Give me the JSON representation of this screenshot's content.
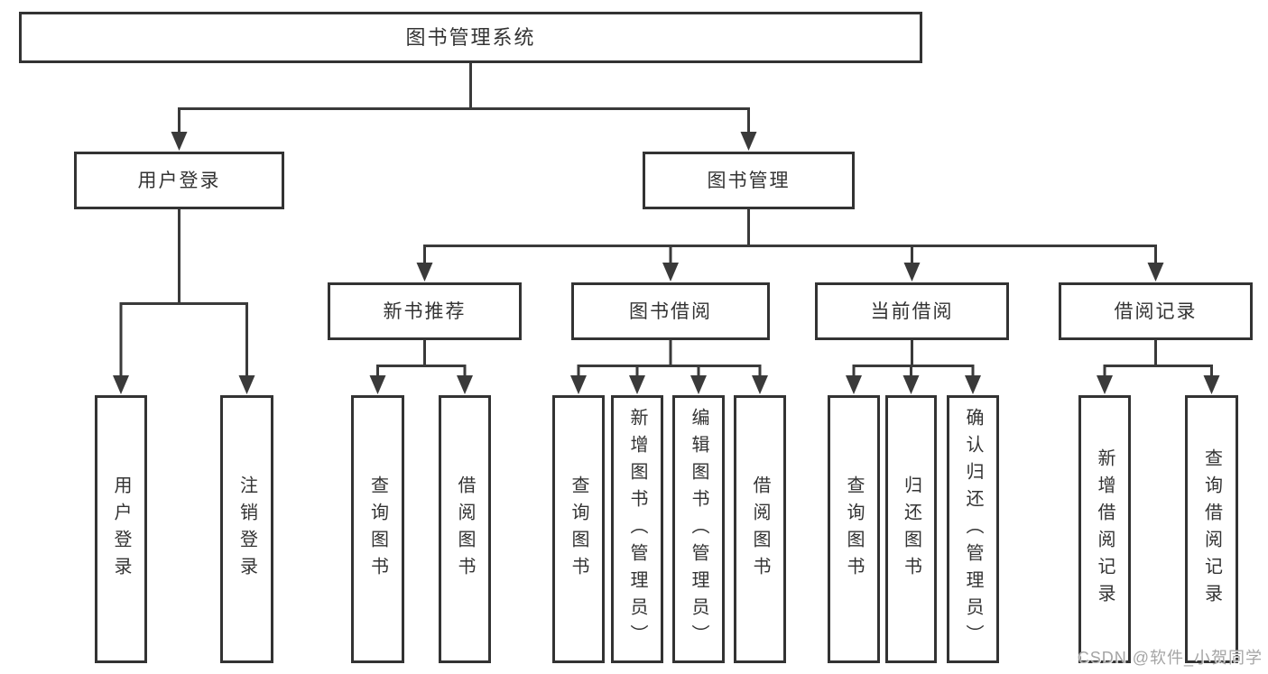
{
  "tree": {
    "root": {
      "label": "图书管理系统"
    },
    "branches": [
      {
        "label": "用户登录",
        "children": [
          "用户登录",
          "注销登录"
        ]
      },
      {
        "label": "图书管理",
        "sections": [
          {
            "label": "新书推荐",
            "children": [
              "查询图书",
              "借阅图书"
            ]
          },
          {
            "label": "图书借阅",
            "children": [
              "查询图书",
              "新增图书（管理员）",
              "编辑图书（管理员）",
              "借阅图书"
            ]
          },
          {
            "label": "当前借阅",
            "children": [
              "查询图书",
              "归还图书",
              "确认归还（管理员）"
            ]
          },
          {
            "label": "借阅记录",
            "children": [
              "新增借阅记录",
              "查询借阅记录"
            ]
          }
        ]
      }
    ]
  },
  "watermark": {
    "text": "CSDN @软件_小贺同学"
  },
  "colors": {
    "line": "#3a3a3a",
    "border": "#333333",
    "text": "#333333",
    "background": "#ffffff",
    "watermark": "#a5a5a5"
  }
}
